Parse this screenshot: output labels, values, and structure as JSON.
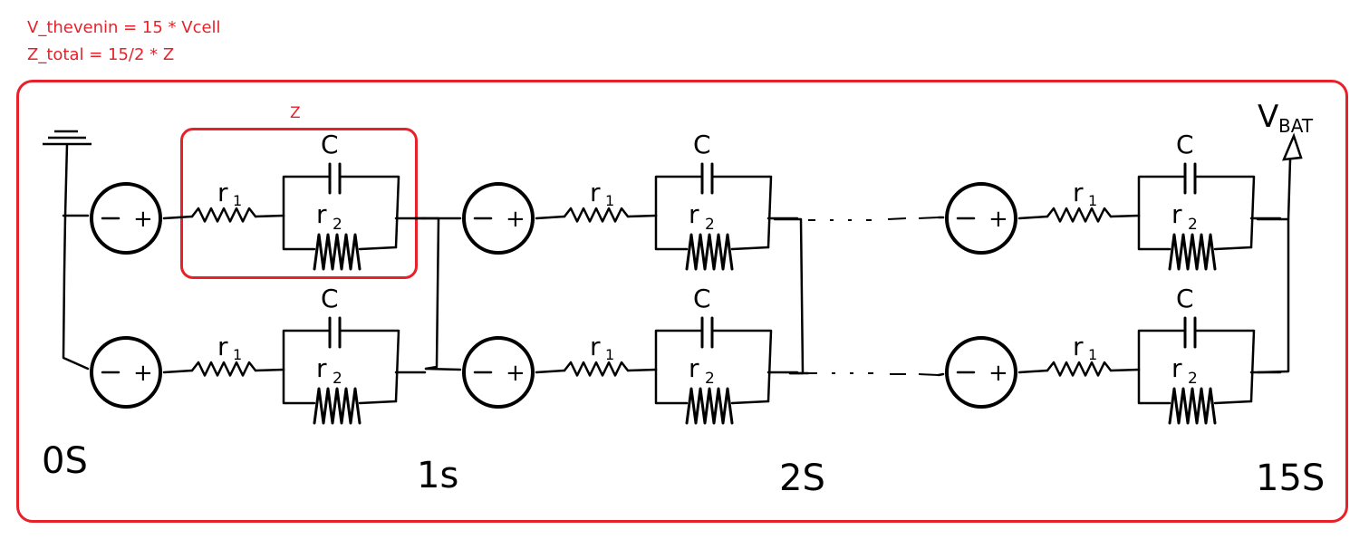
{
  "annotations": {
    "v_thevenin": "V_thevenin = 15 * Vcell",
    "z_total": "Z_total = 15/2 * Z",
    "z_label": "Z"
  },
  "circuit": {
    "vbat_label": "V_BAT",
    "vbat_sub": "BAT",
    "capacitor_label": "C",
    "r1_label": "r",
    "r1_sub": "1",
    "r2_label": "r",
    "r2_sub": "2",
    "source_minus": "−",
    "source_plus": "+",
    "stage_labels": [
      "0S",
      "1s",
      "2S",
      "15S"
    ],
    "accent_color": "#e8202a"
  }
}
